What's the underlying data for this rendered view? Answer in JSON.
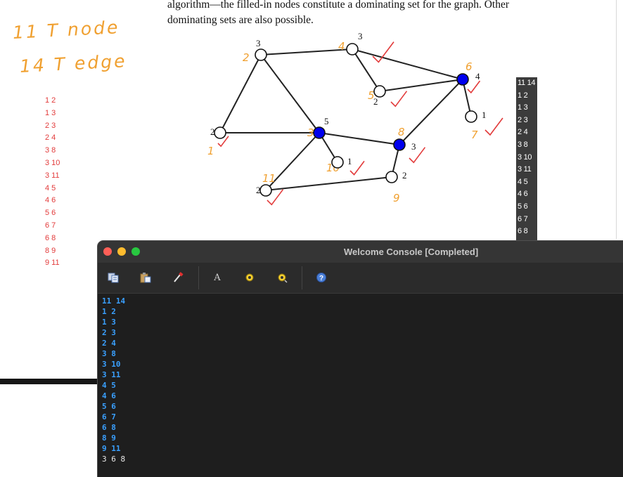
{
  "document": {
    "text_line1": "algorithm—the filled-in nodes constitute a dominating set for the graph.  Other",
    "text_line2": "dominating sets are also possible."
  },
  "handwritten_notes": {
    "nodes_note": "11 T node",
    "edges_note": "14 T edge"
  },
  "graph": {
    "nodes": [
      {
        "degree": "3",
        "annotation": "2",
        "filled": false
      },
      {
        "degree": "3",
        "annotation": "4",
        "filled": false
      },
      {
        "degree": "4",
        "annotation": "6",
        "filled": true
      },
      {
        "degree": "2",
        "annotation": "5",
        "filled": false
      },
      {
        "degree": "1",
        "annotation": "7",
        "filled": false
      },
      {
        "degree": "2",
        "annotation": "1",
        "filled": false
      },
      {
        "degree": "5",
        "annotation": "3",
        "filled": true
      },
      {
        "degree": "3",
        "annotation": "8",
        "filled": true
      },
      {
        "degree": "1",
        "annotation": "10",
        "filled": false
      },
      {
        "degree": "2",
        "annotation": "11",
        "filled": false
      },
      {
        "degree": "2",
        "annotation": "9",
        "filled": false
      }
    ]
  },
  "left_edge_list": [
    "1 2",
    "1 3",
    "2 3",
    "2 4",
    "3 8",
    "3 10",
    "3 11",
    "4 5",
    "4 6",
    "5 6",
    "6 7",
    "6 8",
    "8 9",
    "9 11"
  ],
  "side_panel_list": [
    "11 14",
    "1 2",
    "1 3",
    "2 3",
    "2 4",
    "3 8",
    "3 10",
    "3 11",
    "4 5",
    "4 6",
    "5 6",
    "6 7",
    "6 8"
  ],
  "console": {
    "title": "Welcome Console [Completed]",
    "toolbar_icons": [
      "copy-icon",
      "paste-icon",
      "clear-icon",
      "font-icon",
      "find-icon",
      "find-next-icon",
      "help-icon"
    ],
    "output_lines": [
      "11 14",
      "1 2",
      "1 3",
      "2 3",
      "2 4",
      "3 8",
      "3 10",
      "3 11",
      "4 5",
      "4 6",
      "5 6",
      "6 7",
      "6 8",
      "8 9",
      "9 11"
    ],
    "result_line": "3 6 8"
  },
  "colors": {
    "filled_node": "#0000ee",
    "annotation": "#f0a030",
    "checkmark": "#e23b3b",
    "console_text": "#3aa0ff"
  }
}
